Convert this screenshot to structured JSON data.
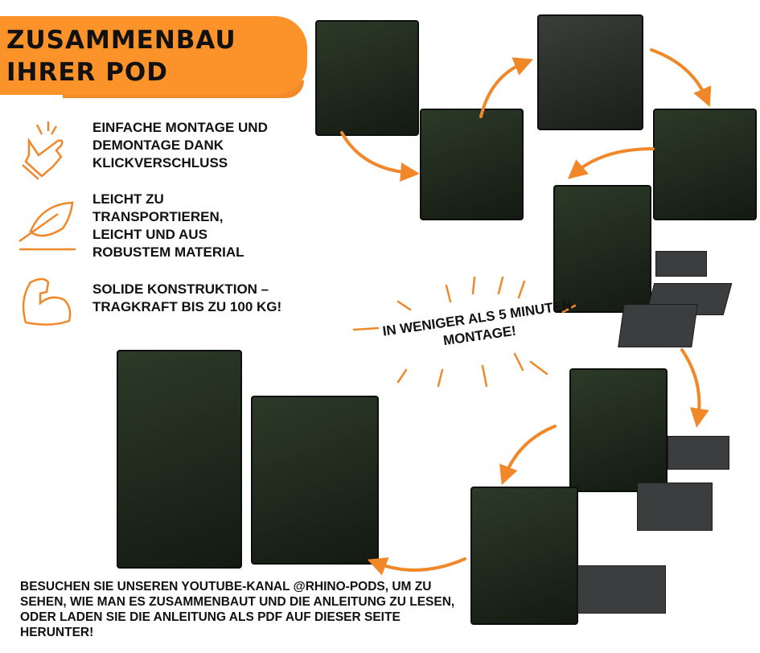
{
  "header": {
    "title_line1": "ZUSAMMENBAU",
    "title_line2": "IHRER POD"
  },
  "features": [
    {
      "icon": "hand-click-icon",
      "text": "EINFACHE MONTAGE UND DEMONTAGE DANK KLICKVERSCHLUSS"
    },
    {
      "icon": "feather-icon",
      "text": "LEICHT ZU TRANSPORTIEREN, LEICHT UND AUS ROBUSTEM MATERIAL"
    },
    {
      "icon": "muscle-arm-icon",
      "text": "SOLIDE KONSTRUKTION – TRAGKRAFT BIS ZU 100 KG!"
    }
  ],
  "callout": "IN WENIGER ALS 5 MINUTEN MONTAGE!",
  "footer": "BESUCHEN SIE UNSEREN YOUTUBE-KANAL @RHINO-PODS, UM ZU SEHEN, WIE MAN ES ZUSAMMENBAUT UND DIE ANLEITUNG ZU LESEN, ODER LADEN SIE DIE ANLEITUNG ALS PDF AUF DIESER SEITE HERUNTER!",
  "colors": {
    "accent": "#fb922a",
    "text": "#111111",
    "pod": "#1c2418"
  }
}
